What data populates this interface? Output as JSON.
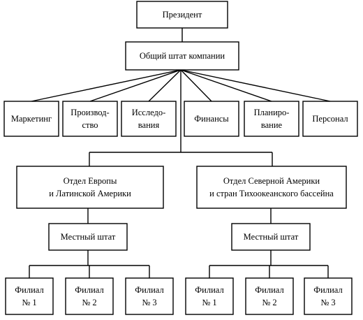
{
  "nodes": {
    "president": [
      "Президент"
    ],
    "staff": [
      "Общий штат компании"
    ],
    "marketing": [
      "Маркетинг"
    ],
    "production": [
      "Производ-",
      "ство"
    ],
    "research": [
      "Исследо-",
      "вания"
    ],
    "finance": [
      "Финансы"
    ],
    "planning": [
      "Планиро-",
      "вание"
    ],
    "personnel": [
      "Персонал"
    ],
    "europe": [
      "Отдел Европы",
      "и Латинской Америки"
    ],
    "namerica": [
      "Отдел Северной Америки",
      "и стран Тихоокеанского бассейна"
    ],
    "local_eu": [
      "Местный штат"
    ],
    "local_na": [
      "Местный штат"
    ],
    "eu_b1": [
      "Филиал",
      "№ 1"
    ],
    "eu_b2": [
      "Филиал",
      "№ 2"
    ],
    "eu_b3": [
      "Филиал",
      "№ 3"
    ],
    "na_b1": [
      "Филиал",
      "№ 1"
    ],
    "na_b2": [
      "Филиал",
      "№ 2"
    ],
    "na_b3": [
      "Филиал",
      "№ 3"
    ]
  }
}
